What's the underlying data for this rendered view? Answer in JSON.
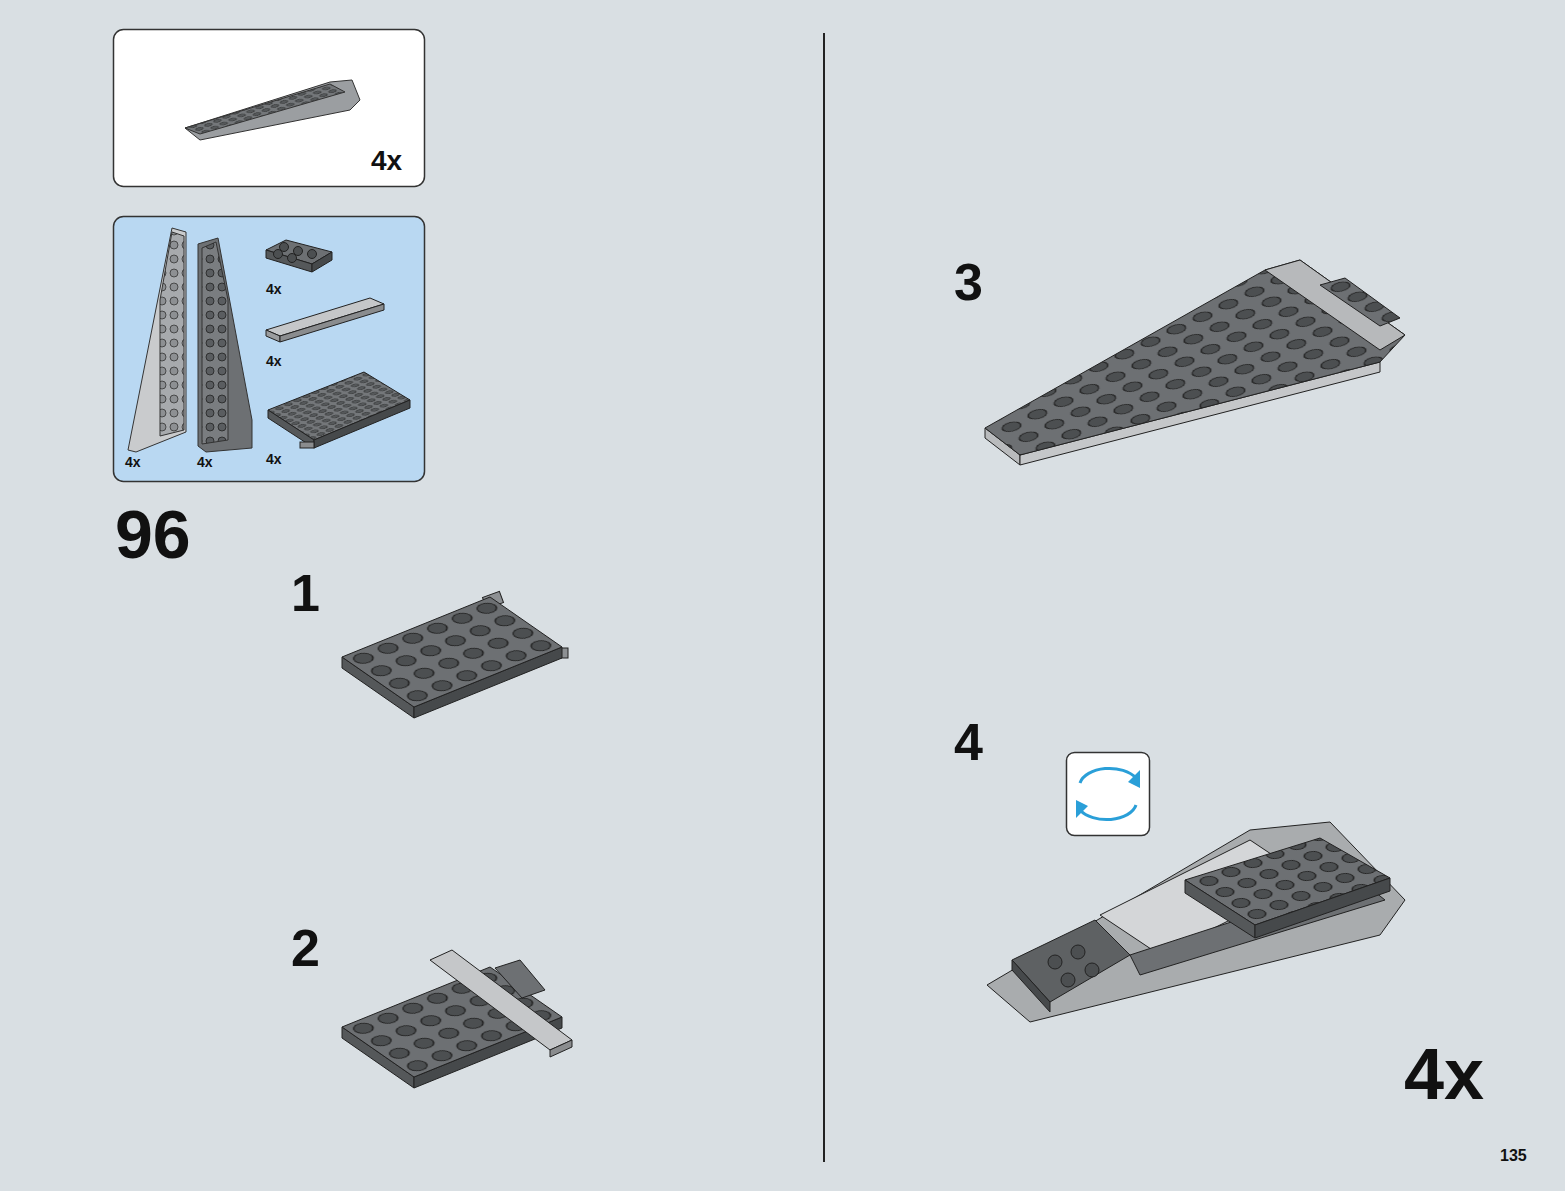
{
  "diagram": {
    "nodes": [
      {
        "text": [
          "4x"
        ]
      },
      {
        "text": [
          "4x",
          "4x",
          "4x",
          "4x",
          "4x"
        ]
      }
    ],
    "labels": [
      "96",
      "1",
      "2",
      "3",
      "4",
      "4x",
      "135"
    ]
  }
}
